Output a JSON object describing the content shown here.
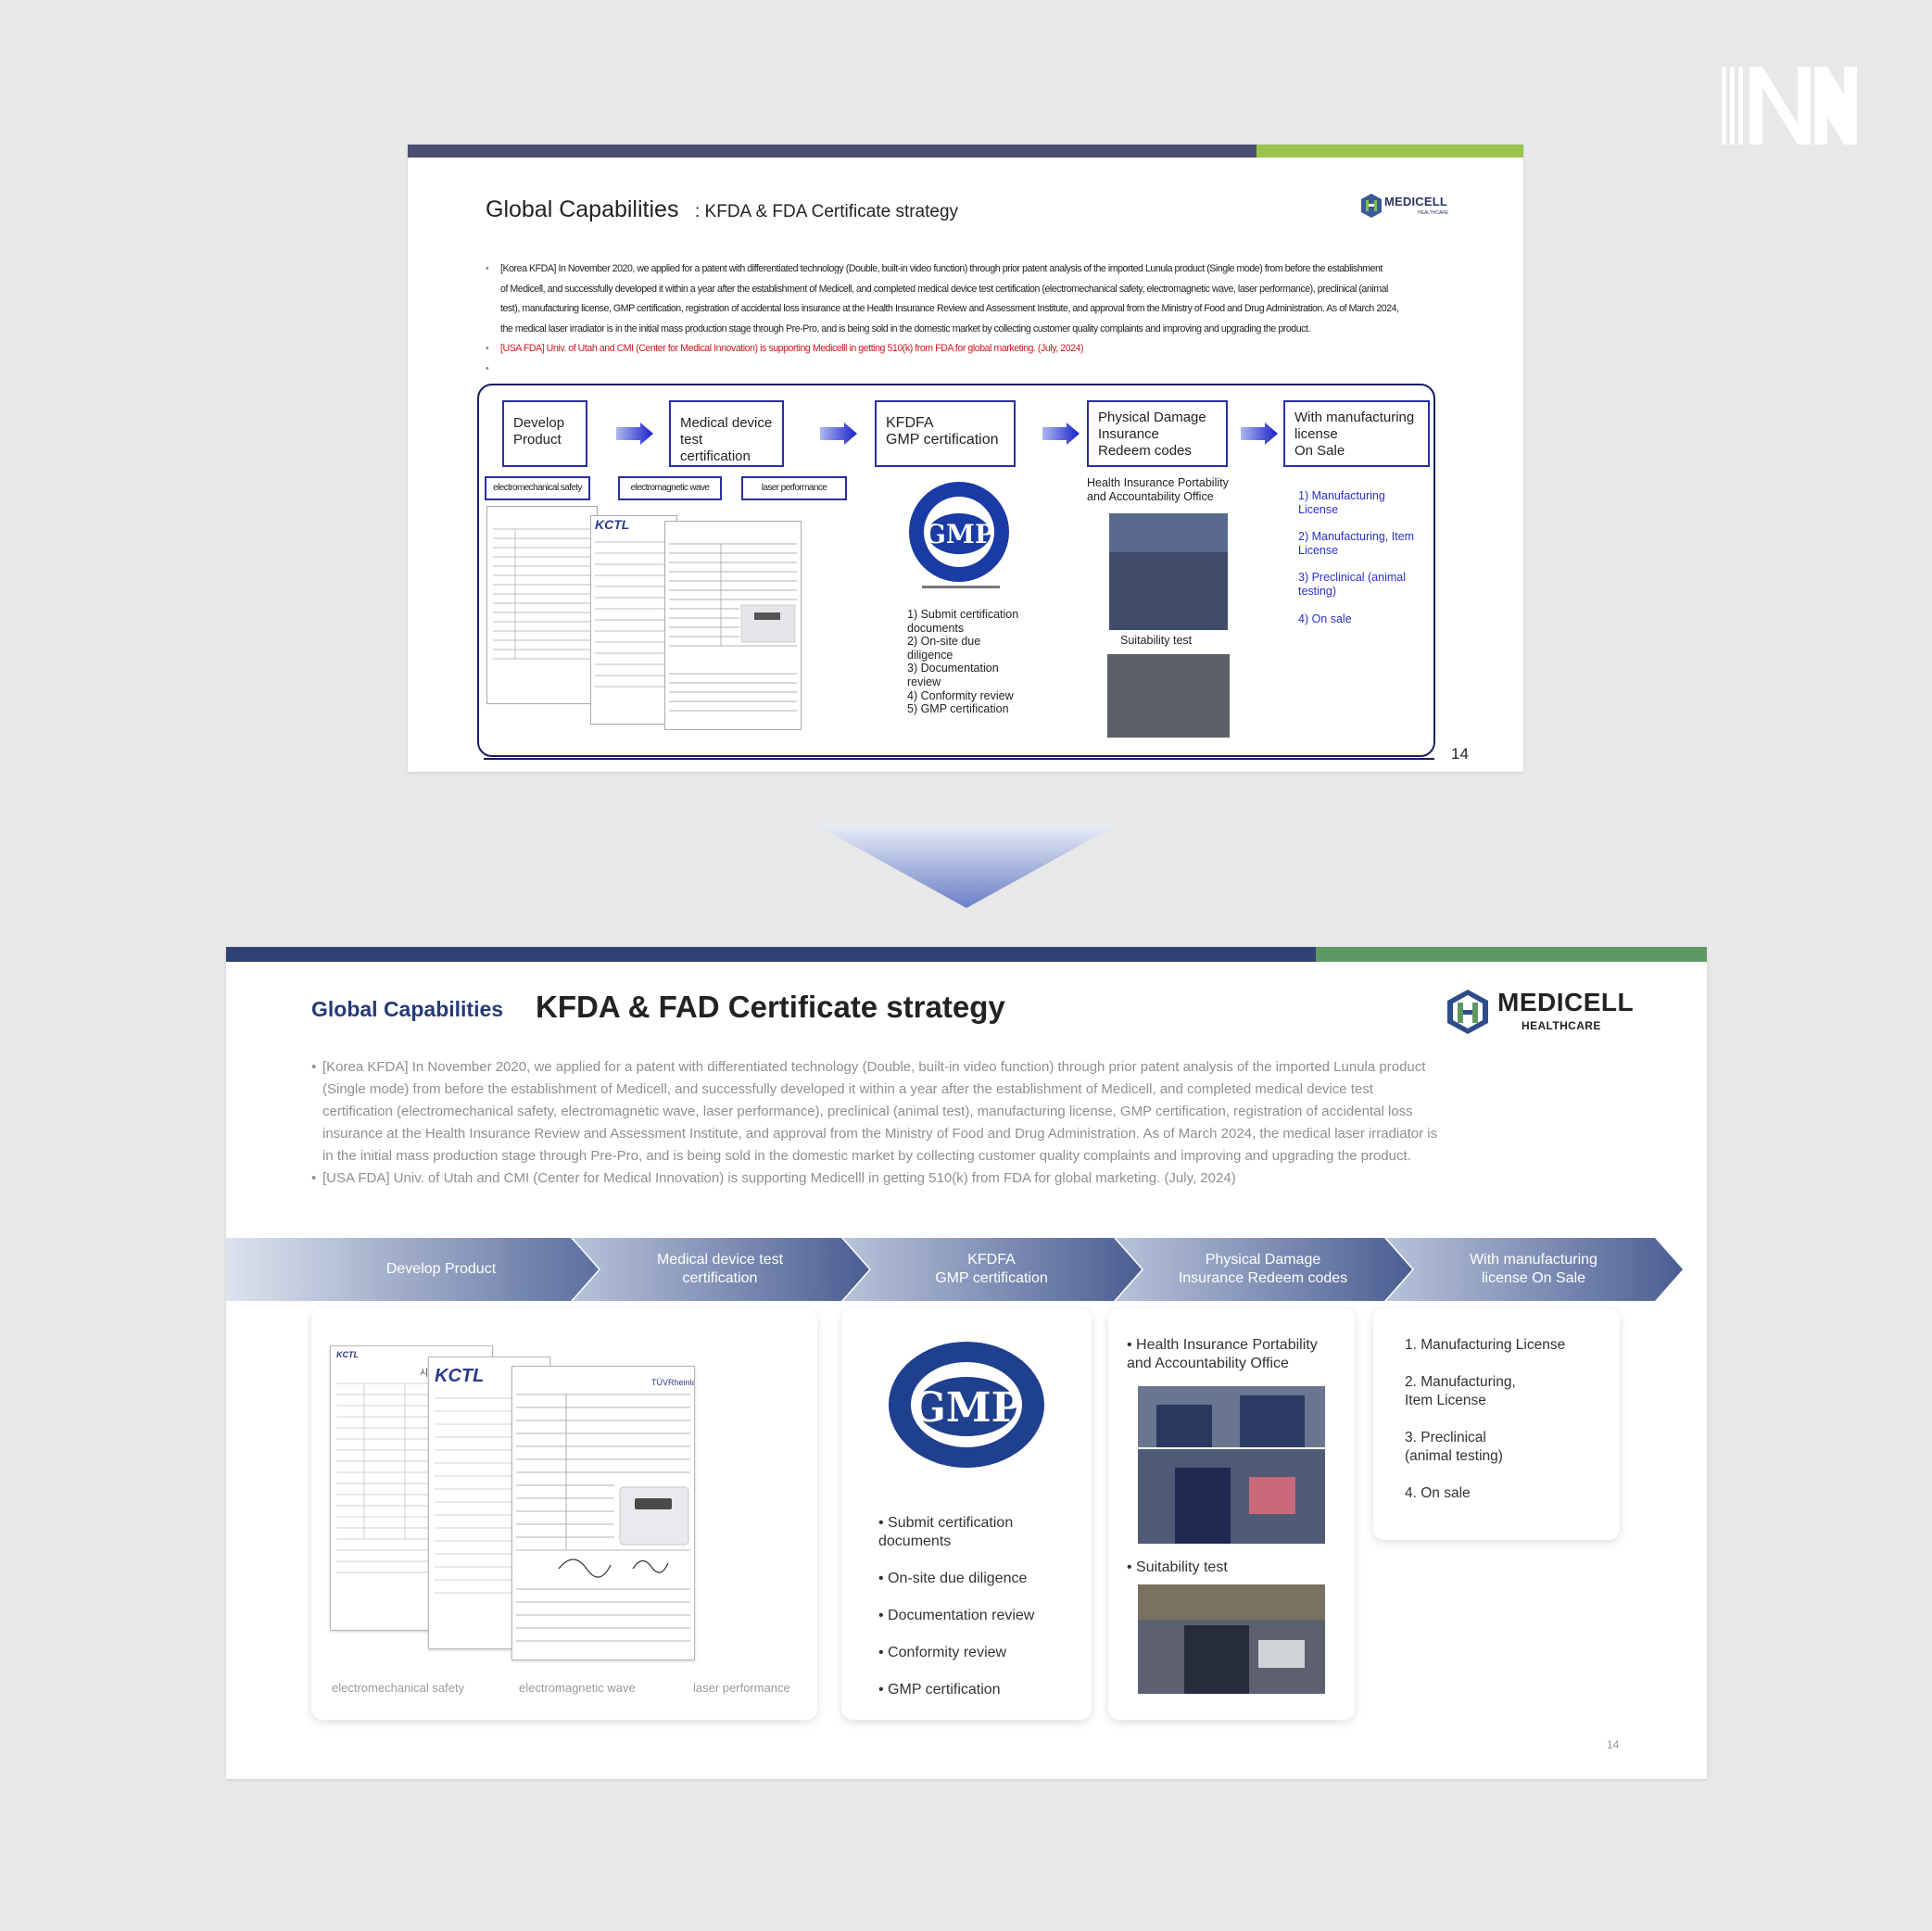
{
  "before": {
    "title_main": "Global Capabilities",
    "title_sub": ": KFDA & FDA Certificate strategy",
    "logo": "MEDICELL",
    "logo_sub": "HEALTHCARE",
    "paragraph_lines": [
      "[Korea KFDA]  In November 2020, we applied for a patent with differentiated technology (Double, built-in video function) through prior patent analysis of the imported Lunula product (Single mode) from before the establishment",
      "of Medicell, and successfully developed it within a year after the establishment of Medicell, and completed medical device test certification (electromechanical safety, electromagnetic wave, laser performance), preclinical (animal",
      "test), manufacturing license, GMP certification, registration of accidental loss insurance at the Health Insurance Review and Assessment Institute, and approval from the Ministry of Food and Drug Administration.  As of March 2024,",
      "the medical laser irradiator is in the initial mass production stage through Pre-Pro, and is being sold in the domestic market by collecting customer quality complaints and improving and upgrading the product."
    ],
    "usa_line": "[USA FDA] Univ. of Utah and CMI (Center for Medical Innovation) is supporting Medicelll in getting 510(k) from FDA for global marketing.  (July, 2024)",
    "steps": [
      {
        "line1": "Develop",
        "line2": "Product",
        "line3": ""
      },
      {
        "line1": "Medical device",
        "line2": "test certification",
        "line3": ""
      },
      {
        "line1": "KFDFA",
        "line2": "GMP certification",
        "line3": ""
      },
      {
        "line1": "Physical Damage",
        "line2": "Insurance",
        "line3": "Redeem codes"
      },
      {
        "line1": "With manufacturing",
        "line2": "license",
        "line3": "On Sale"
      }
    ],
    "tags": [
      "electromechanical safety",
      "electromagnetic wave",
      "laser performance"
    ],
    "gmp_list": [
      "1)  Submit certification",
      "     documents",
      "2)  On-site due",
      "     diligence",
      "3)  Documentation",
      "     review",
      "4)  Conformity review",
      "5)  GMP certification"
    ],
    "hira_line1": "Health Insurance Portability",
    "hira_line2": "and Accountability Office",
    "suitability": "Suitability test",
    "sale_list": [
      "1)  Manufacturing",
      "     License",
      "2)  Manufacturing, Item",
      "     License",
      "3)  Preclinical (animal",
      "     testing)",
      "4)  On sale"
    ],
    "page": "14"
  },
  "after": {
    "title_main": "Global Capabilities",
    "title_sub": "KFDA & FAD Certificate strategy",
    "logo": "MEDICELL",
    "logo_sub": "HEALTHCARE",
    "paragraph_lines": [
      "[Korea KFDA]  In November 2020, we applied for a patent with differentiated technology (Double, built-in video function) through prior patent analysis of the imported Lunula product",
      "(Single mode) from before the establishment of Medicell, and successfully developed it within a year after the establishment of Medicell, and completed medical device test",
      "certification (electromechanical safety, electromagnetic wave, laser performance), preclinical (animal test), manufacturing license, GMP certification, registration of accidental loss",
      "insurance at the Health Insurance Review and Assessment Institute, and approval from the Ministry of Food and Drug Administration.  As of March 2024, the medical laser irradiator is",
      "in the initial mass production stage through Pre-Pro, and is being sold in the domestic market by collecting customer quality complaints and improving and upgrading the product."
    ],
    "usa_line": "[USA FDA] Univ. of Utah and CMI (Center for Medical Innovation) is supporting Medicelll in getting 510(k) from FDA for global marketing.  (July, 2024)",
    "steps": [
      {
        "line1": "Develop Product",
        "line2": ""
      },
      {
        "line1": "Medical device test",
        "line2": "certification"
      },
      {
        "line1": "KFDFA",
        "line2": "GMP certification"
      },
      {
        "line1": "Physical Damage",
        "line2": "Insurance Redeem codes"
      },
      {
        "line1": "With manufacturing",
        "line2": "license On Sale"
      }
    ],
    "doc_captions": [
      "electromechanical safety",
      "electromagnetic wave",
      "laser performance"
    ],
    "gmp_items": [
      "• Submit certification",
      "   documents",
      "• On-site due diligence",
      "• Documentation review",
      "• Conformity review",
      "• GMP certification"
    ],
    "hira_line1": "• Health Insurance Portability",
    "hira_line2": "   and Accountability Office",
    "suitability": "• Suitability test",
    "sale_items": [
      "1. Manufacturing License",
      "2. Manufacturing,",
      "    Item License",
      "3. Preclinical",
      "    (animal testing)",
      "4. On sale"
    ],
    "page": "14"
  },
  "colors": {
    "before_bar": "#4a4f72",
    "before_accent": "#9bc44a",
    "after_bar": "#2f4273",
    "after_accent": "#5d9863",
    "band_end": "#2f4273",
    "usa_red": "#d01820"
  }
}
